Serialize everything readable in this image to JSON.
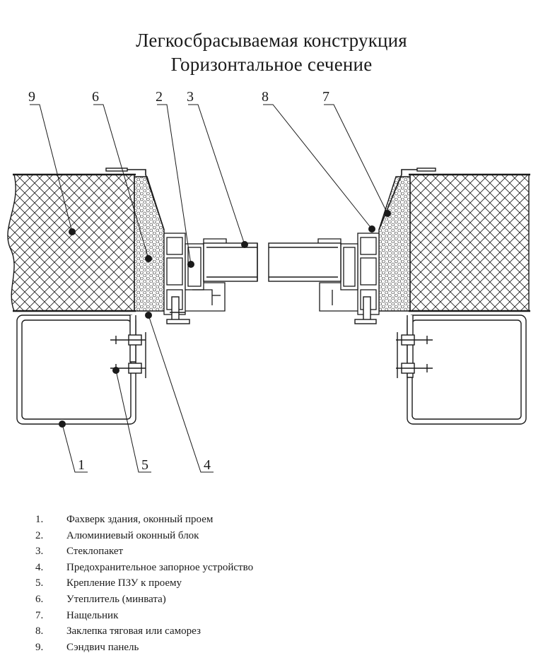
{
  "title": {
    "line1": "Легкосбрасываемая конструкция",
    "line2": "Горизонтальное сечение"
  },
  "callouts": [
    "9",
    "6",
    "2",
    "3",
    "8",
    "7",
    "1",
    "5",
    "4"
  ],
  "legend": [
    {
      "num": "1.",
      "text": "Фахверк здания, оконный проем"
    },
    {
      "num": "2.",
      "text": "Алюминиевый оконный блок"
    },
    {
      "num": "3.",
      "text": "Стеклопакет"
    },
    {
      "num": "4.",
      "text": "Предохранительное запорное устройство"
    },
    {
      "num": "5.",
      "text": "Крепление ПЗУ к проему"
    },
    {
      "num": "6.",
      "text": "Утеплитель (минвата)"
    },
    {
      "num": "7.",
      "text": "Нащельник"
    },
    {
      "num": "8.",
      "text": "Заклепка тяговая или саморез"
    },
    {
      "num": "9.",
      "text": "Сэндвич панель"
    }
  ],
  "colors": {
    "line": "#1a1a1a",
    "background": "#ffffff"
  }
}
